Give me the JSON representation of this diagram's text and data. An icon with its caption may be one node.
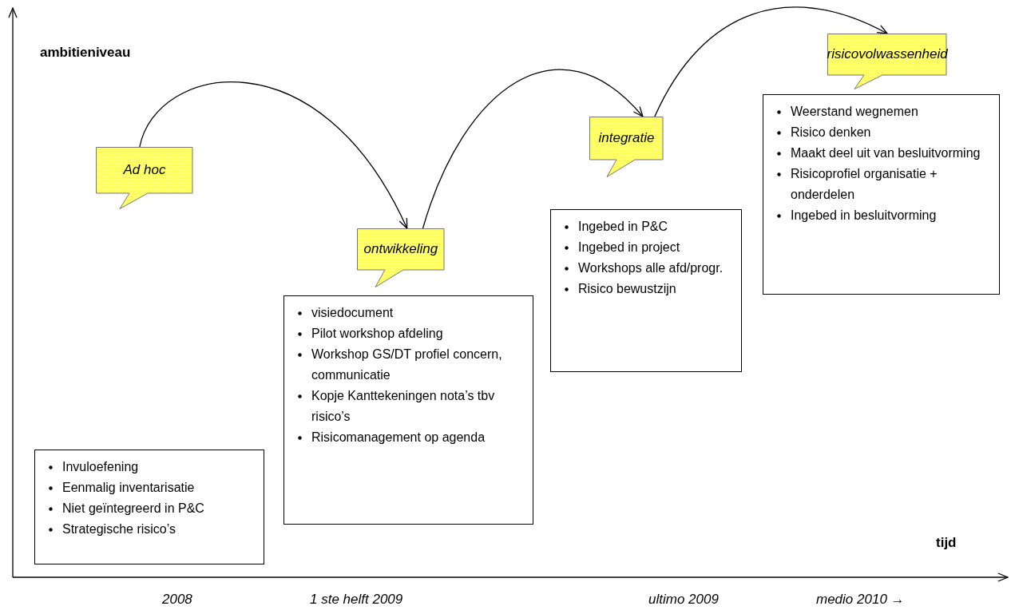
{
  "diagram": {
    "nodes": [
      {
        "text": [
          "Ad hoc"
        ]
      },
      {
        "text": [
          "Invuloefening",
          "Eenmalig inventarisatie",
          "Niet geïntegreerd in P&C",
          "Strategische risico’s"
        ]
      },
      {
        "text": [
          "ontwikkeling"
        ]
      },
      {
        "text": [
          "visiedocument",
          "Pilot workshop afdeling",
          "Workshop GS/DT profiel concern, communicatie",
          "Kopje Kanttekeningen nota’s tbv risico’s",
          "Risicomanagement op agenda"
        ]
      },
      {
        "text": [
          "integratie"
        ]
      },
      {
        "text": [
          "Ingebed in P&C",
          "Ingebed in project",
          "Workshops alle afd/progr.",
          "Risico bewustzijn"
        ]
      },
      {
        "text": [
          "risicovolwassenheid"
        ]
      },
      {
        "text": [
          "Weerstand wegnemen",
          "Risico denken",
          "Maakt deel uit van besluitvorming",
          "Risicoprofiel organisatie + onderdelen",
          "Ingebed in besluitvorming"
        ]
      }
    ],
    "edges": [
      {
        "from": 0,
        "to": 2,
        "arrow": "to"
      },
      {
        "from": 2,
        "to": 4,
        "arrow": "to"
      },
      {
        "from": 4,
        "to": 6,
        "arrow": "to"
      }
    ],
    "labels": [
      "ambitieniveau",
      "tijd",
      "2008",
      "1 ste helft 2009",
      "ultimo 2009",
      "medio 2010 →"
    ]
  }
}
